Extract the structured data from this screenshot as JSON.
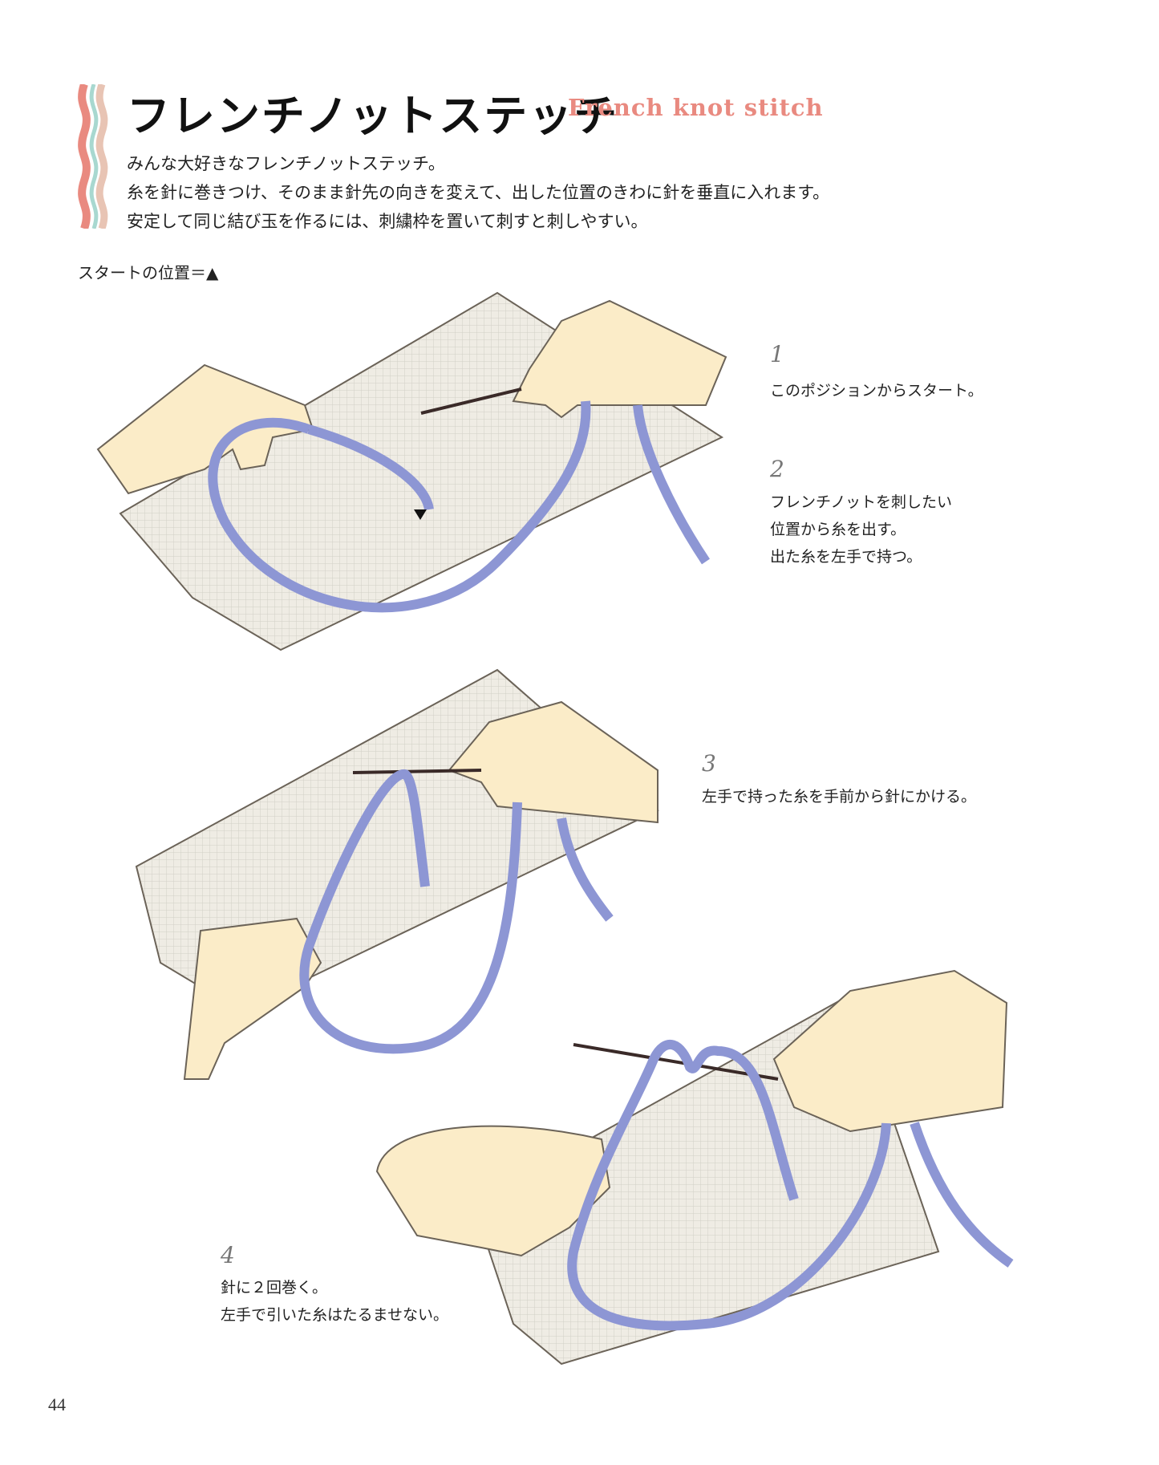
{
  "header": {
    "title": "フレンチノットステッチ",
    "title_en": "French knot stitch",
    "description": [
      "みんな大好きなフレンチノットステッチ。",
      "糸を針に巻きつけ、そのまま針先の向きを変えて、出した位置のきわに針を垂直に入れます。",
      "安定して同じ結び玉を作るには、刺繍枠を置いて刺すと刺しやすい。"
    ],
    "start_note": "スタートの位置＝▲"
  },
  "steps": [
    {
      "number": "1",
      "lines": [
        "このポジションからスタート。"
      ]
    },
    {
      "number": "2",
      "lines": [
        "フレンチノットを刺したい",
        "位置から糸を出す。",
        "出た糸を左手で持つ。"
      ]
    },
    {
      "number": "3",
      "lines": [
        "左手で持った糸を手前から針にかける。"
      ]
    },
    {
      "number": "4",
      "lines": [
        "針に２回巻く。",
        "左手で引いた糸はたるませない。"
      ]
    }
  ],
  "page_number": "44",
  "colors": {
    "accent": "#e98a80",
    "thread": "#8d96d4",
    "skin": "#fbecc8",
    "fabric": "#efece4"
  }
}
